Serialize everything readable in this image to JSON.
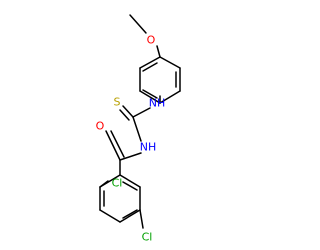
{
  "molecule": {
    "atoms": {
      "methoxy_o": {
        "label": "O",
        "color": "#ff0000"
      },
      "thione_s": {
        "label": "S",
        "color": "#b8a000"
      },
      "amine_nh_top": {
        "label": "NH",
        "color": "#0000ff"
      },
      "amide_nh": {
        "label": "NH",
        "color": "#0000ff"
      },
      "carbonyl_o": {
        "label": "O",
        "color": "#ff0000"
      },
      "chlorine_ortho": {
        "label": "Cl",
        "color": "#00a000"
      },
      "chlorine_para": {
        "label": "Cl",
        "color": "#00a000"
      }
    },
    "colors": {
      "bond": "#000000",
      "background": "#ffffff"
    }
  }
}
